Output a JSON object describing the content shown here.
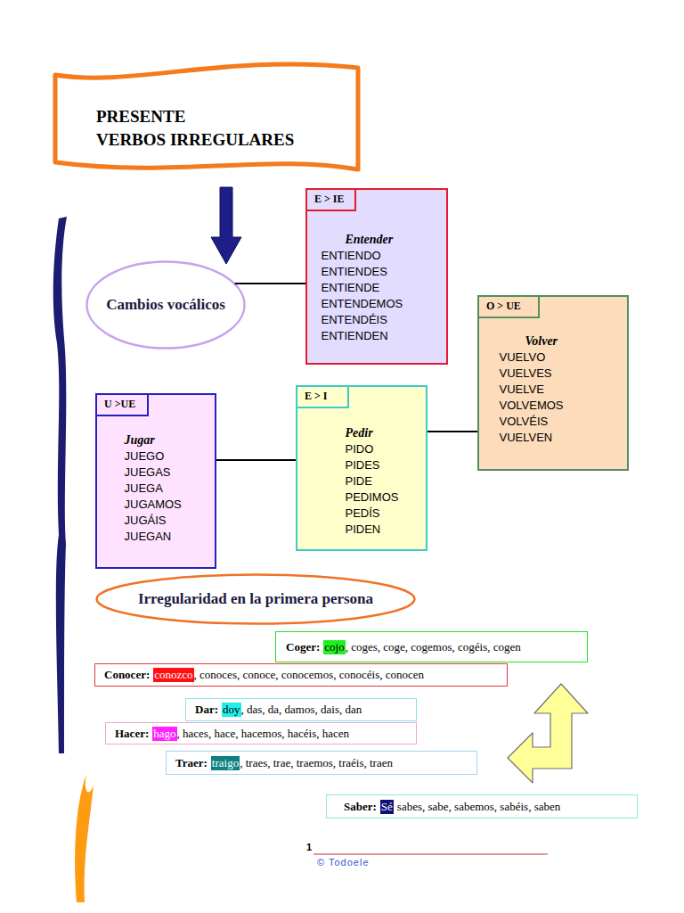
{
  "diagram": {
    "title": "PRESENTE VERBOS IRREGULARES",
    "nodes": [
      {
        "text": [
          "Cambios vocálicos"
        ]
      },
      {
        "text": [
          "E > IE",
          "Entender",
          "ENTIENDO",
          "ENTIENDES",
          "ENTIENDE",
          "ENTENDEMOS",
          "ENTENDÉIS",
          "ENTIENDEN"
        ]
      },
      {
        "text": [
          "O > UE",
          "Volver",
          "VUELVO",
          "VUELVES",
          "VUELVE",
          "VOLVEMOS",
          "VOLVÉIS",
          "VUELVEN"
        ]
      },
      {
        "text": [
          "E > I",
          "Pedir",
          "PIDO",
          "PIDES",
          "PIDE",
          "PEDIMOS",
          "PEDÍS",
          "PIDEN"
        ]
      },
      {
        "text": [
          "U >UE",
          "Jugar",
          "JUEGO",
          "JUEGAS",
          "JUEGA",
          "JUGAMOS",
          "JUGÁIS",
          "JUEGAN"
        ]
      },
      {
        "text": [
          "Irregularidad en la primera persona"
        ]
      },
      {
        "text": [
          "Coger:",
          "cojo",
          ", coges, coge, cogemos, cogéis, cogen"
        ]
      },
      {
        "text": [
          "Conocer:",
          "conozco",
          ", conoces, conoce, conocemos, conocéis, conocen"
        ]
      },
      {
        "text": [
          "Dar:",
          "doy",
          ", das, da, damos, dais, dan"
        ]
      },
      {
        "text": [
          "Hacer:",
          "hago",
          ", haces, hace, hacemos, hacéis, hacen"
        ]
      },
      {
        "text": [
          "Traer:",
          "traigo",
          ", traes, trae, traemos, traéis, traen"
        ]
      },
      {
        "text": [
          "Saber:",
          "Sé",
          "sabes, sabe, sabemos, sabéis, saben"
        ]
      }
    ],
    "edges": [
      {
        "from": 0,
        "to": 1,
        "arrow": "none"
      },
      {
        "from": 3,
        "to": 2,
        "arrow": "none"
      },
      {
        "from": 4,
        "to": 3,
        "arrow": "none"
      }
    ],
    "labels": [
      "1",
      "© Todoele"
    ]
  }
}
